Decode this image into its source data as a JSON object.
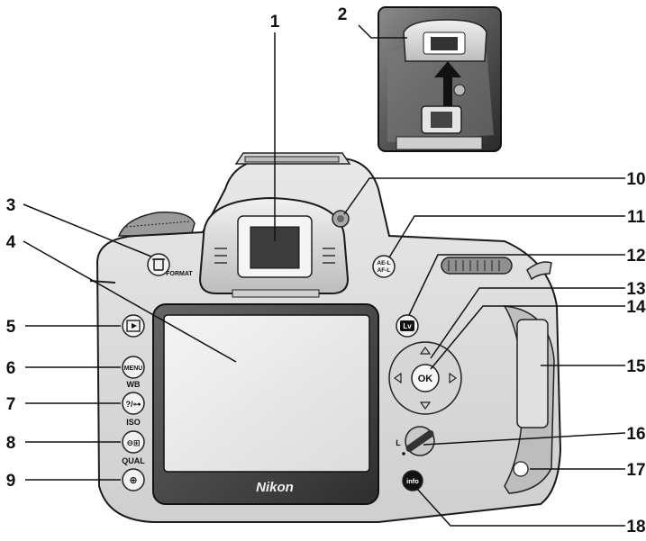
{
  "callouts": [
    {
      "num": "1"
    },
    {
      "num": "2"
    },
    {
      "num": "3"
    },
    {
      "num": "4"
    },
    {
      "num": "5"
    },
    {
      "num": "6"
    },
    {
      "num": "7"
    },
    {
      "num": "8"
    },
    {
      "num": "9"
    },
    {
      "num": "10"
    },
    {
      "num": "11"
    },
    {
      "num": "12"
    },
    {
      "num": "13"
    },
    {
      "num": "14"
    },
    {
      "num": "15"
    },
    {
      "num": "16"
    },
    {
      "num": "17"
    },
    {
      "num": "18"
    }
  ],
  "button_text": {
    "ae_af_top": "AE-L",
    "ae_af_bottom": "AF-L",
    "lv": "Lv",
    "menu": "MENU",
    "wb": "WB",
    "iso": "ISO",
    "qual": "QUAL",
    "ok": "OK",
    "info": "info",
    "format": "FORMAT",
    "lock": "L",
    "brand": "Nikon"
  }
}
